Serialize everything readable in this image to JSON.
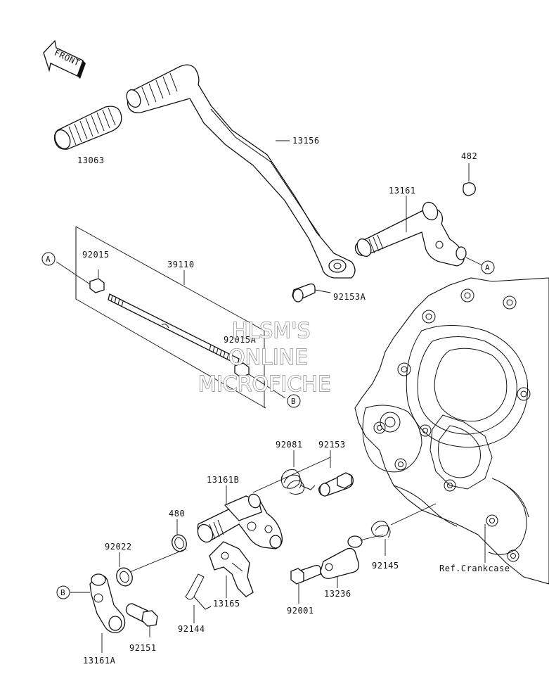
{
  "watermark": {
    "line1": "HLSM'S",
    "line2": "ONLINE",
    "line3": "MICROFICHE"
  },
  "front_label": "FRONT",
  "reference_label": "Ref.Crankcase",
  "callouts": {
    "a1": "A",
    "a2": "A",
    "b1": "B",
    "b2": "B"
  },
  "parts": {
    "p13063": "13063",
    "p13156": "13156",
    "p482": "482",
    "p13161": "13161",
    "p92015": "92015",
    "p39110": "39110",
    "p92153A": "92153A",
    "p92015A": "92015A",
    "p92081": "92081",
    "p92153": "92153",
    "p13161B": "13161B",
    "p480": "480",
    "p92022": "92022",
    "p92145": "92145",
    "p13236": "13236",
    "p13165": "13165",
    "p92001": "92001",
    "p92144": "92144",
    "p92151": "92151",
    "p13161A": "13161A"
  }
}
